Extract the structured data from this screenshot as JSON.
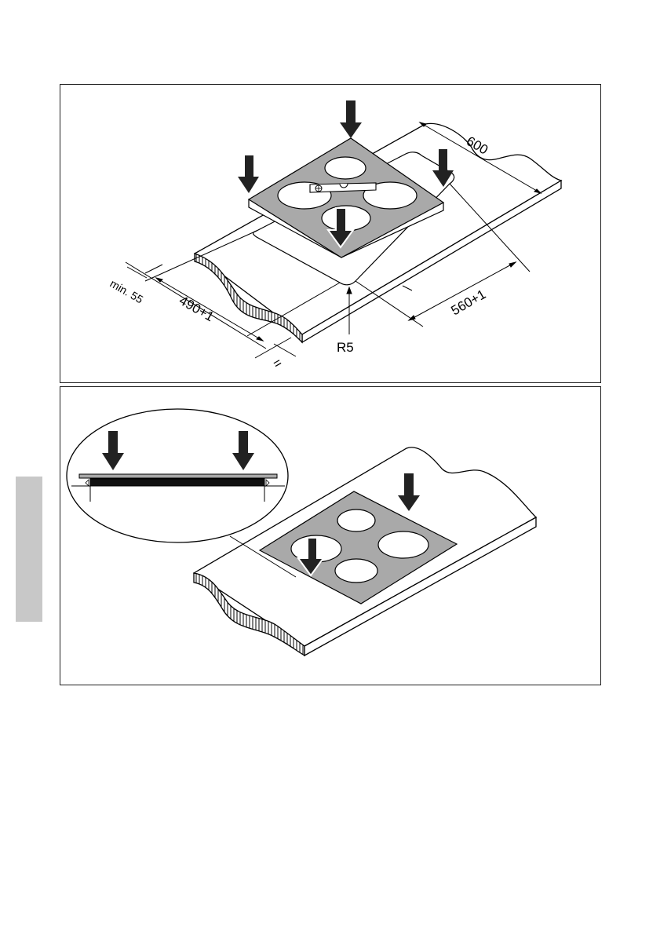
{
  "labels": {
    "width_600": "600",
    "depth_560": "560+1",
    "width_490": "490+1",
    "min_55": "min. 55",
    "radius": "R5",
    "equal": "="
  },
  "colors": {
    "glass": "#a9a9a9",
    "line": "#000000",
    "panel_border": "#222222",
    "side_tab": "#c8c8c8"
  }
}
